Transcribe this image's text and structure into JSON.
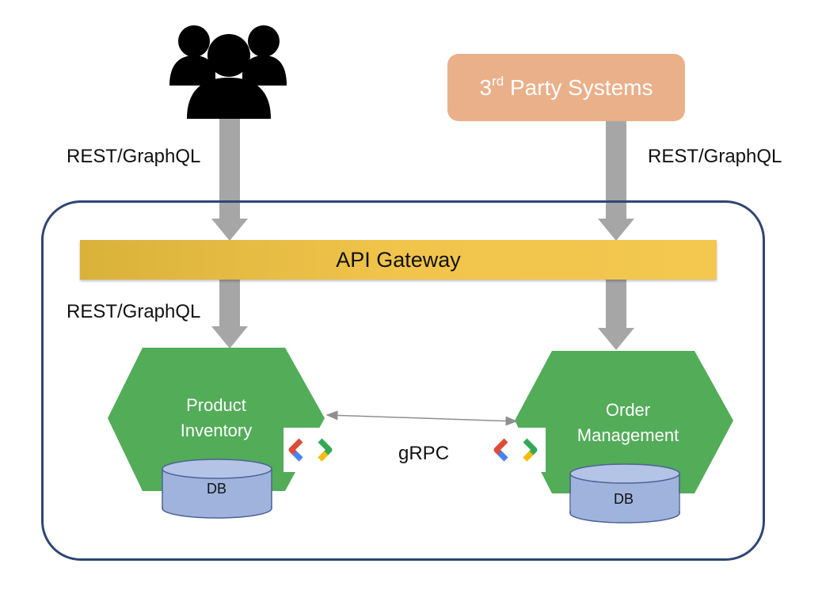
{
  "users": {
    "icon": "users-group-icon"
  },
  "third_party": {
    "text": "3",
    "superscript": "rd",
    "rest": " Party Systems",
    "color": "#eab08a"
  },
  "labels": {
    "left_top": "REST/GraphQL",
    "right_top": "REST/GraphQL",
    "left_mid": "REST/GraphQL",
    "grpc": "gRPC"
  },
  "gateway": {
    "label": "API Gateway",
    "color": "#f1c44b"
  },
  "services": [
    {
      "name_line1": "Product",
      "name_line2": "Inventory",
      "db": "DB",
      "color": "#52ac58"
    },
    {
      "name_line1": "Order",
      "name_line2": "Management",
      "db": "DB",
      "color": "#52ac58"
    }
  ],
  "colors": {
    "boundary": "#2f4673",
    "arrow": "#a6a6a6",
    "db_fill": "#9fb3dd",
    "db_stroke": "#4e6396"
  },
  "icons": [
    "users-group-icon",
    "grpc-logo-icon"
  ]
}
